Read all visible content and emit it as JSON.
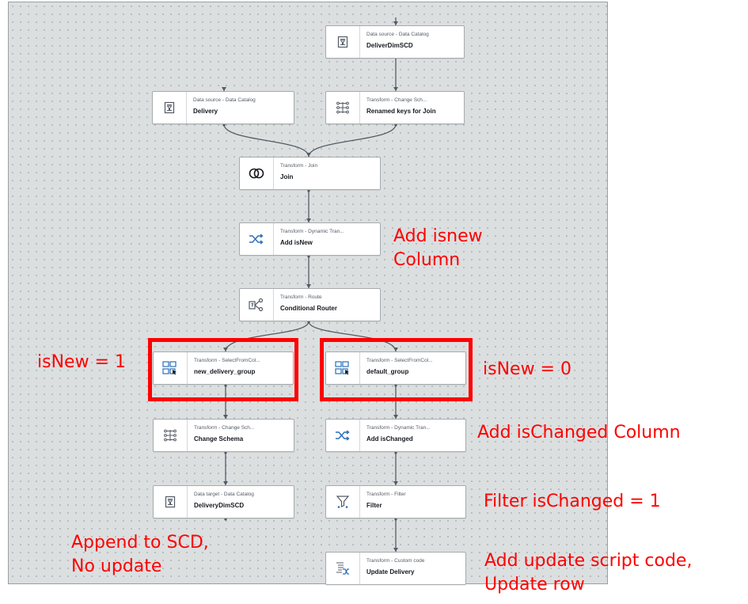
{
  "nodes": [
    {
      "id": "deliverdimscd",
      "type": "Data source - Data Catalog",
      "name": "DeliverDimSCD",
      "icon": "data-catalog-icon"
    },
    {
      "id": "delivery",
      "type": "Data source - Data Catalog",
      "name": "Delivery",
      "icon": "data-catalog-icon"
    },
    {
      "id": "renamed",
      "type": "Transform - Change Sch...",
      "name": "Renamed keys for Join",
      "icon": "change-schema-icon"
    },
    {
      "id": "join",
      "type": "Transform - Join",
      "name": "Join",
      "icon": "join-icon"
    },
    {
      "id": "addisnew",
      "type": "Transform - Dynamic Tran...",
      "name": "Add isNew",
      "icon": "dynamic-transform-icon"
    },
    {
      "id": "router",
      "type": "Transform - Route",
      "name": "Conditional Router",
      "icon": "route-icon"
    },
    {
      "id": "newgroup",
      "type": "Transform - SelectFromCol...",
      "name": "new_delivery_group",
      "icon": "select-from-collection-icon"
    },
    {
      "id": "defgroup",
      "type": "Transform - SelectFromCol...",
      "name": "default_group",
      "icon": "select-from-collection-icon"
    },
    {
      "id": "changeschema",
      "type": "Transform - Change Sch...",
      "name": "Change Schema",
      "icon": "change-schema-icon"
    },
    {
      "id": "addischanged",
      "type": "Transform - Dynamic Tran...",
      "name": "Add isChanged",
      "icon": "dynamic-transform-icon"
    },
    {
      "id": "target",
      "type": "Data target - Data Catalog",
      "name": "DeliveryDimSCD",
      "icon": "data-catalog-icon"
    },
    {
      "id": "filter",
      "type": "Transform - Filter",
      "name": "Filter",
      "icon": "filter-icon"
    },
    {
      "id": "custom",
      "type": "Transform - Custom code",
      "name": "Update Delivery",
      "icon": "custom-code-icon"
    }
  ],
  "edges": [
    [
      "deliverdimscd",
      "renamed"
    ],
    [
      "delivery",
      "join"
    ],
    [
      "renamed",
      "join"
    ],
    [
      "join",
      "addisnew"
    ],
    [
      "addisnew",
      "router"
    ],
    [
      "router",
      "newgroup"
    ],
    [
      "router",
      "defgroup"
    ],
    [
      "newgroup",
      "changeschema"
    ],
    [
      "changeschema",
      "target"
    ],
    [
      "defgroup",
      "addischanged"
    ],
    [
      "addischanged",
      "filter"
    ],
    [
      "filter",
      "custom"
    ]
  ],
  "annotations": {
    "add_isnew": [
      "Add isnew",
      "Column"
    ],
    "isnew_1": "isNew = 1",
    "isnew_0": "isNew = 0",
    "add_ischanged": "Add isChanged Column",
    "filter_ischanged": "Filter isChanged = 1",
    "append_scd": [
      "Append to SCD,",
      "No update"
    ],
    "add_update": [
      "Add update script code,",
      "Update row"
    ]
  },
  "colors": {
    "annotation": "#ff0000",
    "canvas": "#dcdfe0",
    "edge": "#545b64"
  }
}
